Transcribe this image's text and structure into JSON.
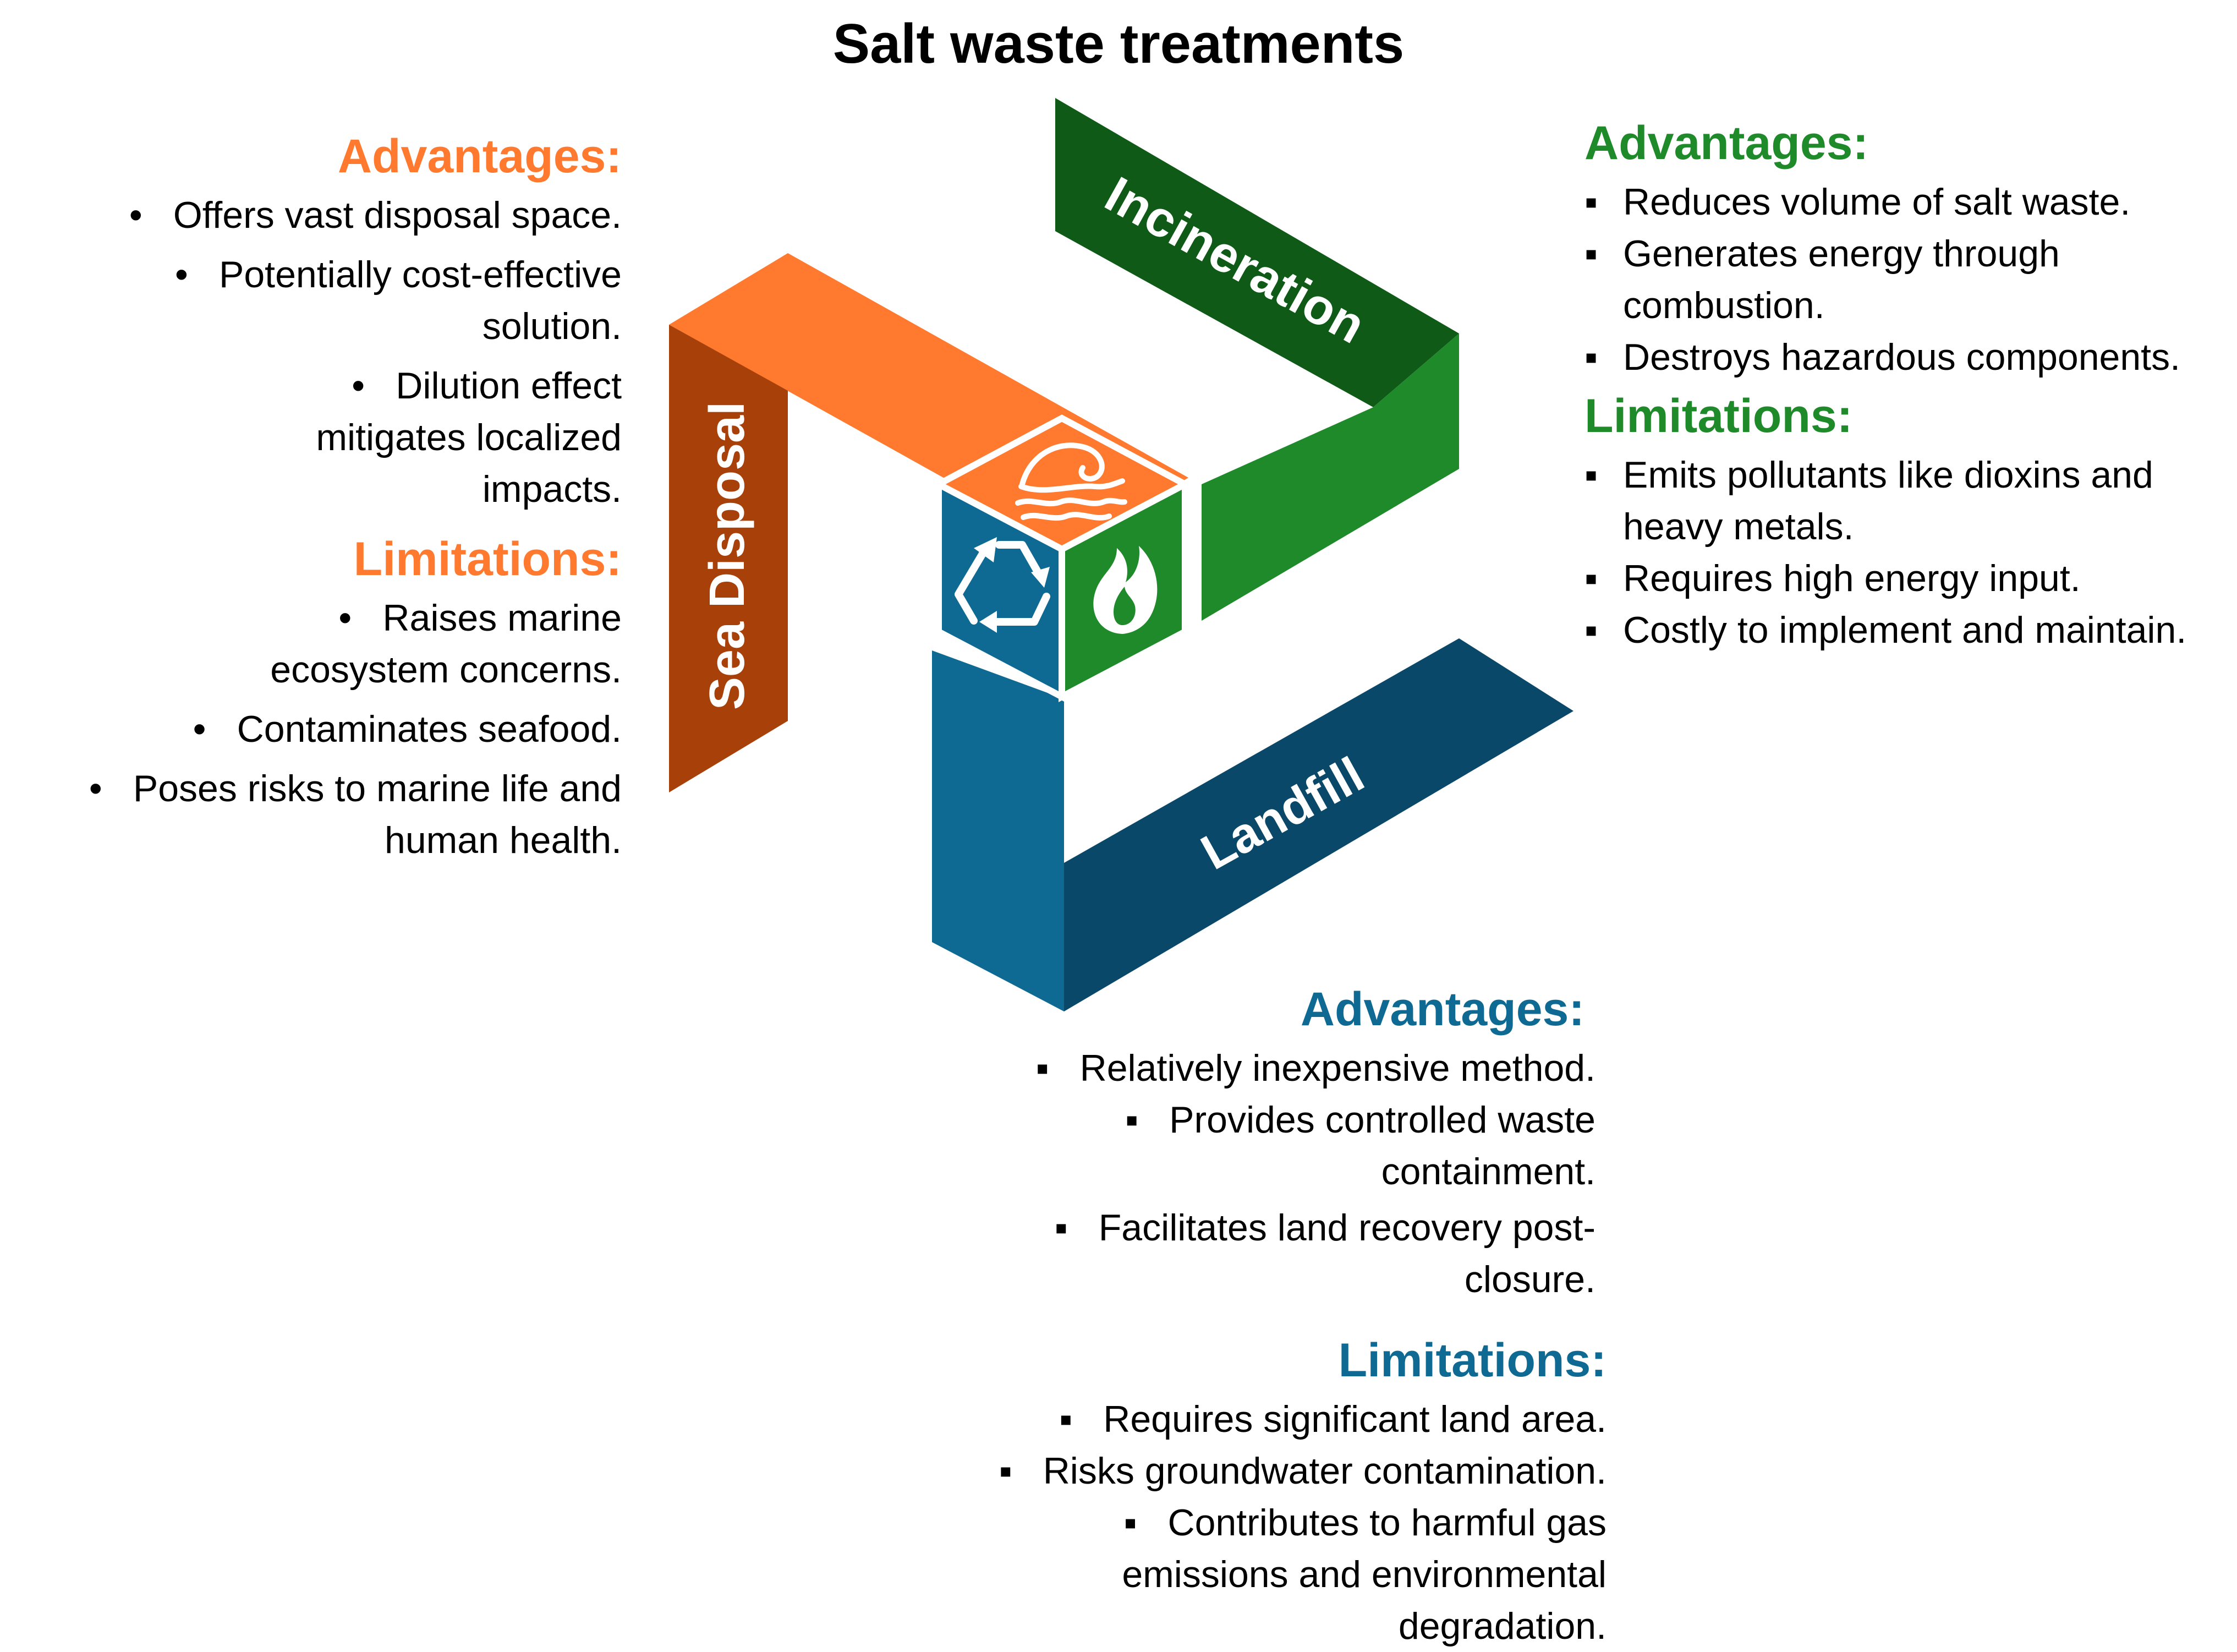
{
  "title": "Salt waste treatments",
  "colors": {
    "orange": "#FF7A2F",
    "orange_dark": "#A8400A",
    "green": "#1F8A2A",
    "green_dark": "#0E5A16",
    "blue": "#0E6A93",
    "blue_dark": "#0A4869"
  },
  "bands": {
    "incineration": "Incineration",
    "sea_disposal": "Sea Disposal",
    "landfill": "Landfill"
  },
  "icons": {
    "top": "wave-icon",
    "left": "recycle-icon",
    "right": "flame-icon"
  },
  "sea_disposal": {
    "advantages_heading": "Advantages:",
    "advantages": [
      "Offers vast disposal space.",
      "Potentially cost-effective solution.",
      "Dilution effect mitigates localized impacts."
    ],
    "limitations_heading": "Limitations:",
    "limitations": [
      "Raises marine ecosystem concerns.",
      "Contaminates seafood.",
      "Poses risks to marine life and human health."
    ]
  },
  "incineration": {
    "advantages_heading": "Advantages:",
    "advantages": [
      "Reduces volume of salt waste.",
      "Generates energy through combustion.",
      "Destroys hazardous components."
    ],
    "limitations_heading": "Limitations:",
    "limitations": [
      "Emits pollutants like dioxins and heavy metals.",
      "Requires high energy input.",
      "Costly to implement and maintain."
    ]
  },
  "landfill": {
    "advantages_heading": "Advantages:",
    "advantages": [
      "Relatively inexpensive method.",
      "Provides controlled waste containment.",
      "Facilitates land recovery post-closure."
    ],
    "limitations_heading": "Limitations:",
    "limitations": [
      "Requires significant land area.",
      "Risks groundwater contamination.",
      "Contributes to harmful gas emissions and environmental degradation."
    ]
  }
}
